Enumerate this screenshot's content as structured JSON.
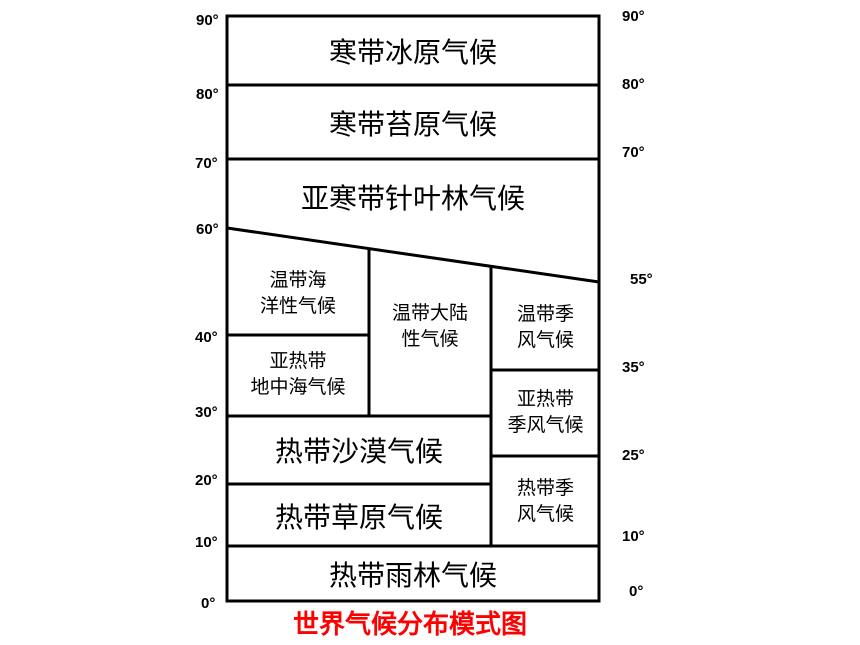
{
  "diagram": {
    "caption": "世界气候分布模式图",
    "caption_color": "#ff0000",
    "line_color": "#000000",
    "left_latitudes": {
      "lat90": "90°",
      "lat80": "80°",
      "lat70": "70°",
      "lat60": "60°",
      "lat40": "40°",
      "lat30": "30°",
      "lat20": "20°",
      "lat10": "10°",
      "lat0": "0°"
    },
    "right_latitudes": {
      "lat90": "90°",
      "lat80": "80°",
      "lat70": "70°",
      "lat55": "55°",
      "lat35": "35°",
      "lat25": "25°",
      "lat10": "10°",
      "lat0": "0°"
    },
    "zones": {
      "ice_cap": "寒带冰原气候",
      "tundra": "寒带苔原气候",
      "subarctic": "亚寒带针叶林气候",
      "temperate_maritime": [
        "温带海",
        "洋性气候"
      ],
      "mediterranean": [
        "亚热带",
        "地中海气候"
      ],
      "temperate_continental": [
        "温带大陆",
        "性气候"
      ],
      "temperate_monsoon": [
        "温带季",
        "风气候"
      ],
      "subtropical_monsoon": [
        "亚热带",
        "季风气候"
      ],
      "tropical_desert": "热带沙漠气候",
      "tropical_savanna": "热带草原气候",
      "tropical_monsoon": [
        "热带季",
        "风气候"
      ],
      "tropical_rainforest": "热带雨林气候"
    }
  }
}
